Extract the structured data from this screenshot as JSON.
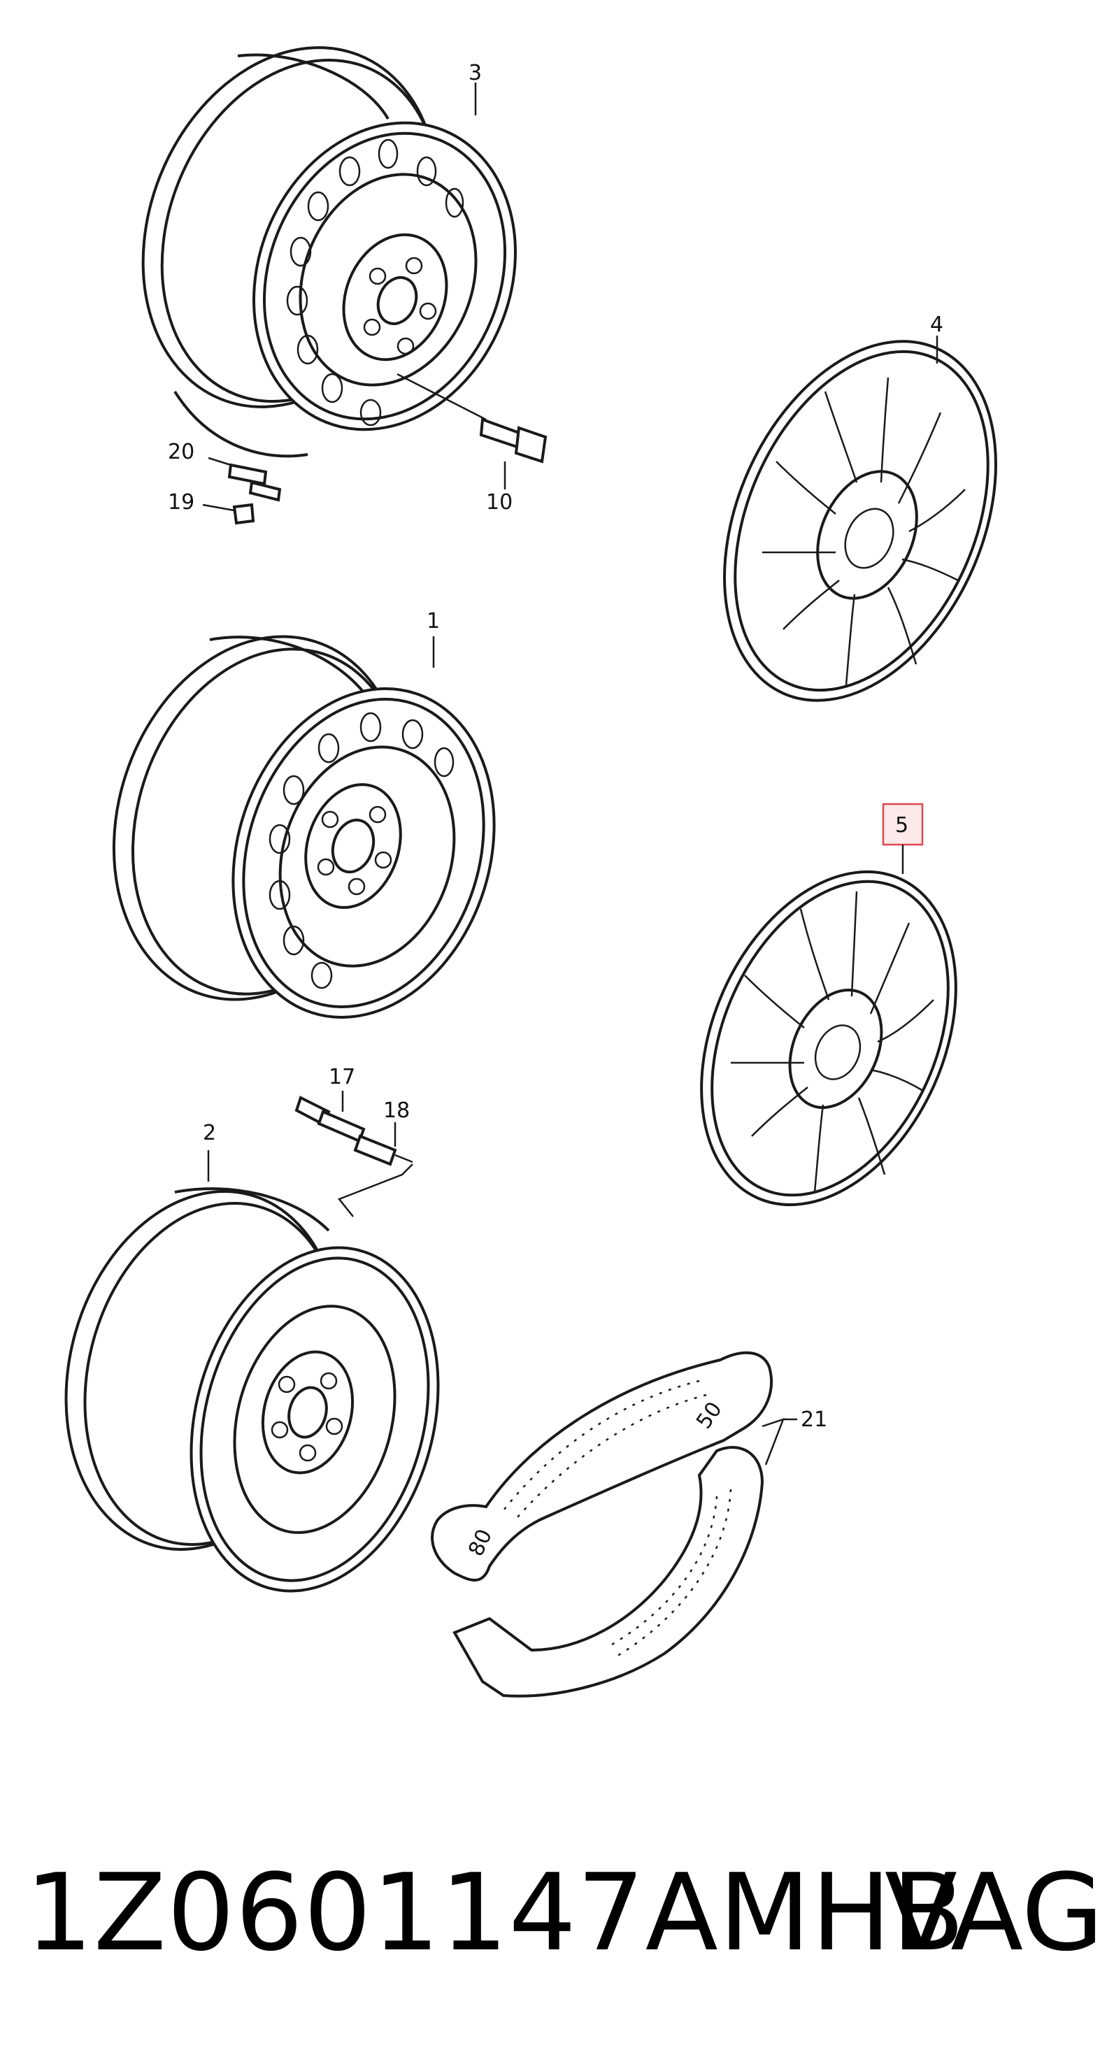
{
  "diagram": {
    "callouts": [
      {
        "id": "c3",
        "label": "3"
      },
      {
        "id": "c4",
        "label": "4"
      },
      {
        "id": "c20",
        "label": "20"
      },
      {
        "id": "c19",
        "label": "19"
      },
      {
        "id": "c10",
        "label": "10"
      },
      {
        "id": "c1",
        "label": "1"
      },
      {
        "id": "c5",
        "label": "5",
        "highlighted": true
      },
      {
        "id": "c17",
        "label": "17"
      },
      {
        "id": "c18",
        "label": "18"
      },
      {
        "id": "c2",
        "label": "2"
      },
      {
        "id": "c21",
        "label": "21"
      }
    ],
    "gauge_labels": {
      "label_50": "50",
      "label_80": "80"
    },
    "highlight_color": "#e0474c"
  },
  "footer": {
    "part_number": "1Z0601147AMHB",
    "brand": "VAG"
  }
}
